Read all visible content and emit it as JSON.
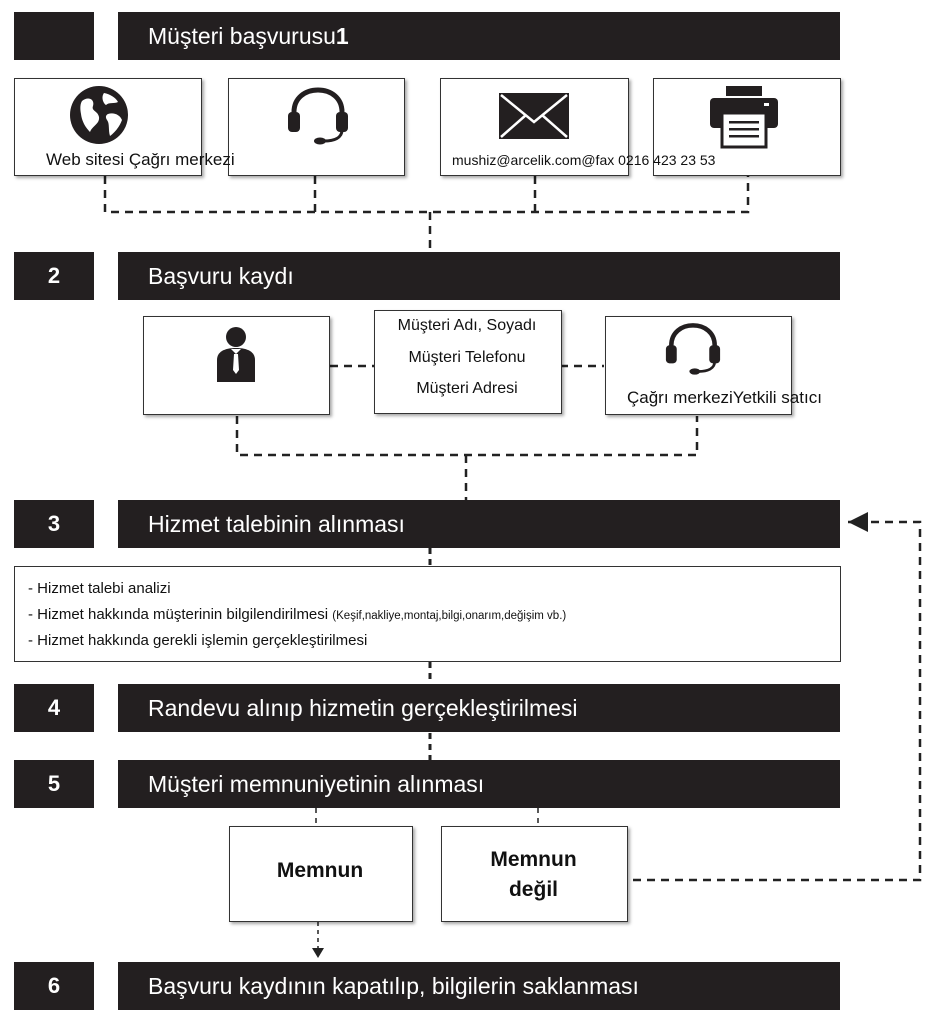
{
  "steps": [
    {
      "number": "",
      "title": "Müşteri başvurusu",
      "suffix": "1"
    },
    {
      "number": "2",
      "title": "Başvuru kaydı"
    },
    {
      "number": "3",
      "title": "Hizmet talebinin alınması"
    },
    {
      "number": "4",
      "title": "Randevu alınıp hizmetin gerçekleştirilmesi"
    },
    {
      "number": "5",
      "title": "Müşteri memnuniyetinin alınması"
    },
    {
      "number": "6",
      "title": "Başvuru kaydının kapatılıp, bilgilerin saklanması"
    }
  ],
  "channels": {
    "web_call_label": "Web sitesi Çağrı merkezi",
    "mail_fax_label": "mushiz@arcelik.com@fax 0216 423 23 53",
    "icons": [
      "globe-icon",
      "headset-icon",
      "envelope-icon",
      "fax-icon"
    ]
  },
  "registration": {
    "fields": [
      "Müşteri Adı, Soyadı",
      "Müşteri Telefonu",
      "Müşteri Adresi"
    ],
    "sources_label": "Çağrı merkeziYetkili satıcı",
    "icons": [
      "person-icon",
      "headset-icon"
    ]
  },
  "request": {
    "items": [
      {
        "text": "- Hizmet talebi analizi",
        "note": ""
      },
      {
        "text": "- Hizmet hakkında müşterinin bilgilendirilmesi",
        "note": "(Keşif,nakliye,montaj,bilgi,onarım,değişim vb.)"
      },
      {
        "text": "- Hizmet hakkında gerekli işlemin gerçekleştirilmesi",
        "note": ""
      }
    ]
  },
  "satisfaction": {
    "satisfied": "Memnun",
    "not_satisfied_line1": "Memnun",
    "not_satisfied_line2": "değil"
  },
  "colors": {
    "bar": "#231f20",
    "text": "#111111",
    "line": "#222222"
  }
}
